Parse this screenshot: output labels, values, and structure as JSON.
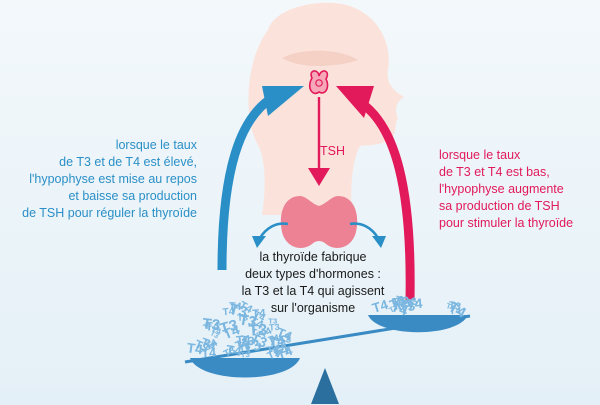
{
  "colors": {
    "background_top": "#f3f8fb",
    "background_bottom": "#e4f0f7",
    "head": "#fbe3dc",
    "head_shade": "#f5d0c5",
    "thyroid": "#ec8293",
    "pituitary": "#f6a8b8",
    "pituitary_outline": "#e2195a",
    "blue_arrow": "#2a8fc7",
    "red_arrow": "#e2195a",
    "scale": "#3a8bc4",
    "scale_dark": "#2a6f9e",
    "hormone_letters": "#7ab6df"
  },
  "icons": [
    "head-silhouette",
    "pituitary-gland",
    "thyroid-gland",
    "balance-scale"
  ],
  "labels": {
    "tsh": "TSH",
    "left_paragraph": [
      "lorsque le taux",
      "de T3 et de T4 est élevé,",
      "l'hypophyse est mise au repos",
      "et baisse sa production",
      "de TSH pour réguler la thyroïde"
    ],
    "right_paragraph": [
      "lorsque le taux",
      "de T3 et T4 est bas,",
      "l'hypophyse augmente",
      "sa production de TSH",
      "pour stimuler la thyroïde"
    ],
    "center_paragraph": [
      "la thyroïde fabrique",
      "deux types d'hormones :",
      "la T3 et la T4 qui agissent",
      "sur l'organisme"
    ],
    "hormone_tokens": [
      "T3",
      "T4"
    ]
  }
}
